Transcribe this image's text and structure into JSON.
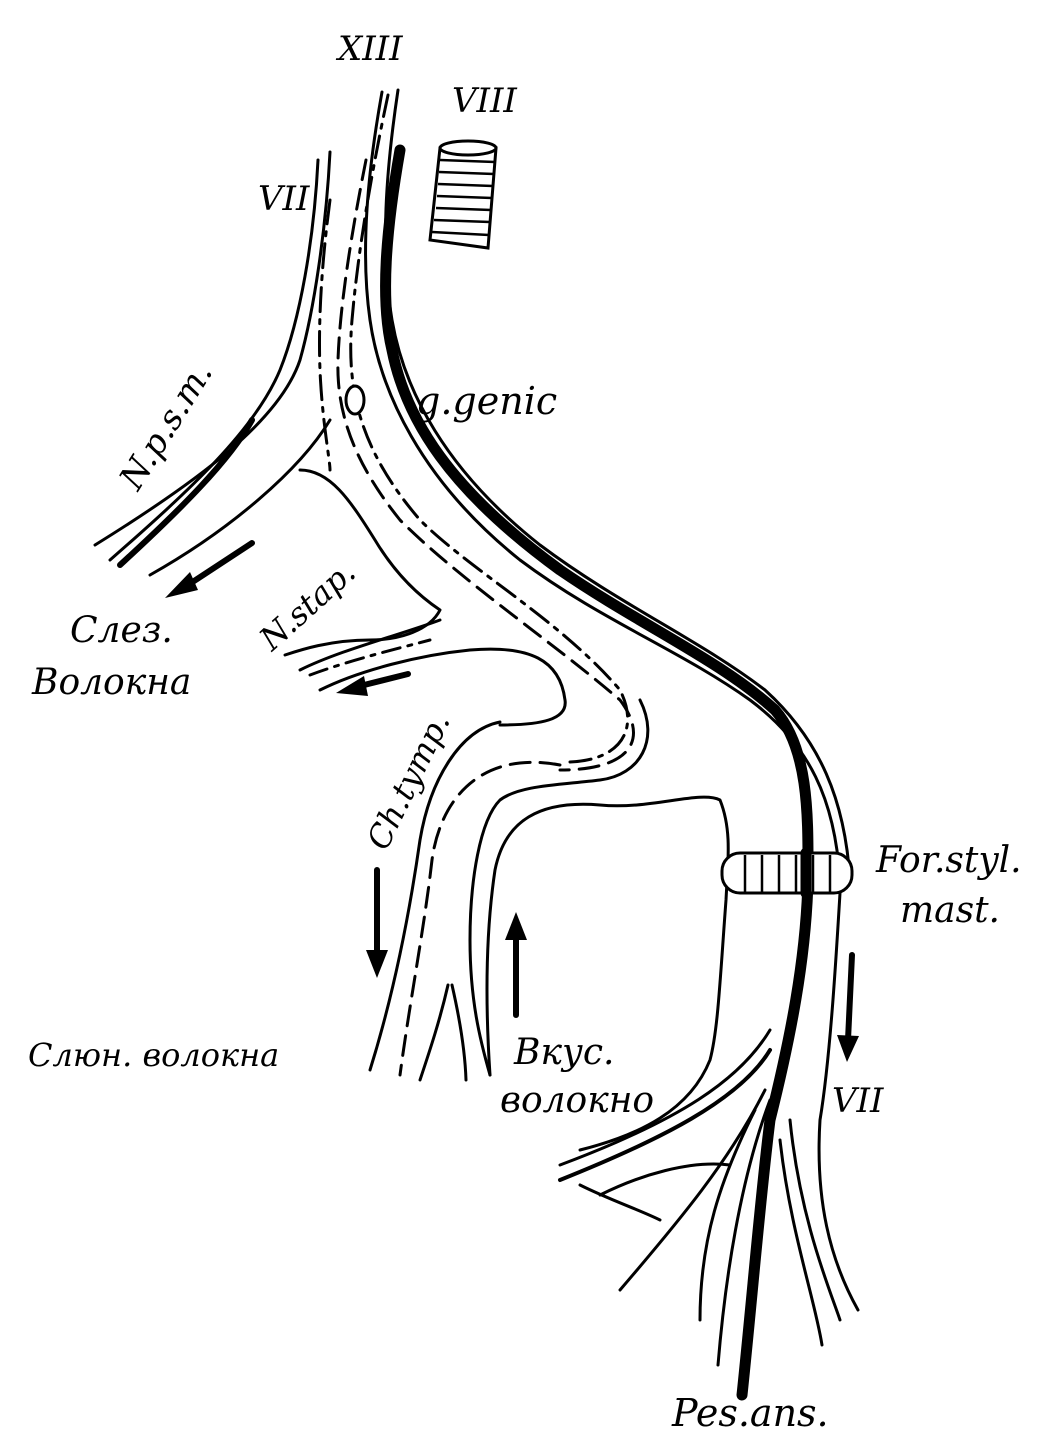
{
  "diagram": {
    "labels": {
      "nerve_xiii": "XIII",
      "nerve_viii": "VIII",
      "nerve_vii_top": "VII",
      "n_psm": "N.p.s.m.",
      "g_genic": "g.genic",
      "slez_line1": "Слез.",
      "slez_line2": "Волокна",
      "n_stap": "N.stap.",
      "ch_tymp": "Ch.tymp.",
      "for_styl_line1": "For.styl.",
      "for_styl_line2": "mast.",
      "slyun": "Слюн. волокна",
      "vkus_line1": "Вкус.",
      "vkus_line2": "волокно",
      "nerve_vii_bottom": "VII",
      "pes_ans": "Pes.ans."
    },
    "colors": {
      "ink": "#000000",
      "paper": "#ffffff"
    }
  }
}
